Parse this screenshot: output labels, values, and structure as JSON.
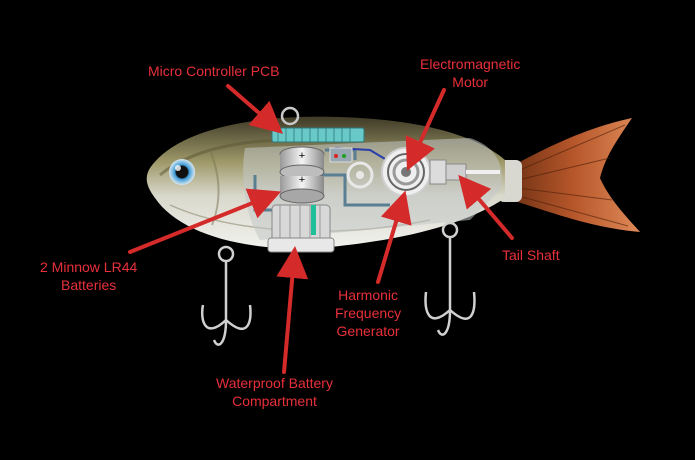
{
  "diagram": {
    "labels": {
      "pcb": "Micro Controller PCB",
      "motor_line1": "Electromagnetic",
      "motor_line2": "Motor",
      "batteries_line1": "2 Minnow LR44",
      "batteries_line2": "Batteries",
      "tail_shaft": "Tail Shaft",
      "harmonic_line1": "Harmonic",
      "harmonic_line2": "Frequency",
      "harmonic_line3": "Generator",
      "compartment_line1": "Waterproof Battery",
      "compartment_line2": "Compartment"
    },
    "battery_symbol": "+",
    "colors": {
      "background": "#000000",
      "label": "#e8303a",
      "arrow": "#d42a2a",
      "pcb": "#69c9c9",
      "tail": "#b5562a"
    }
  }
}
